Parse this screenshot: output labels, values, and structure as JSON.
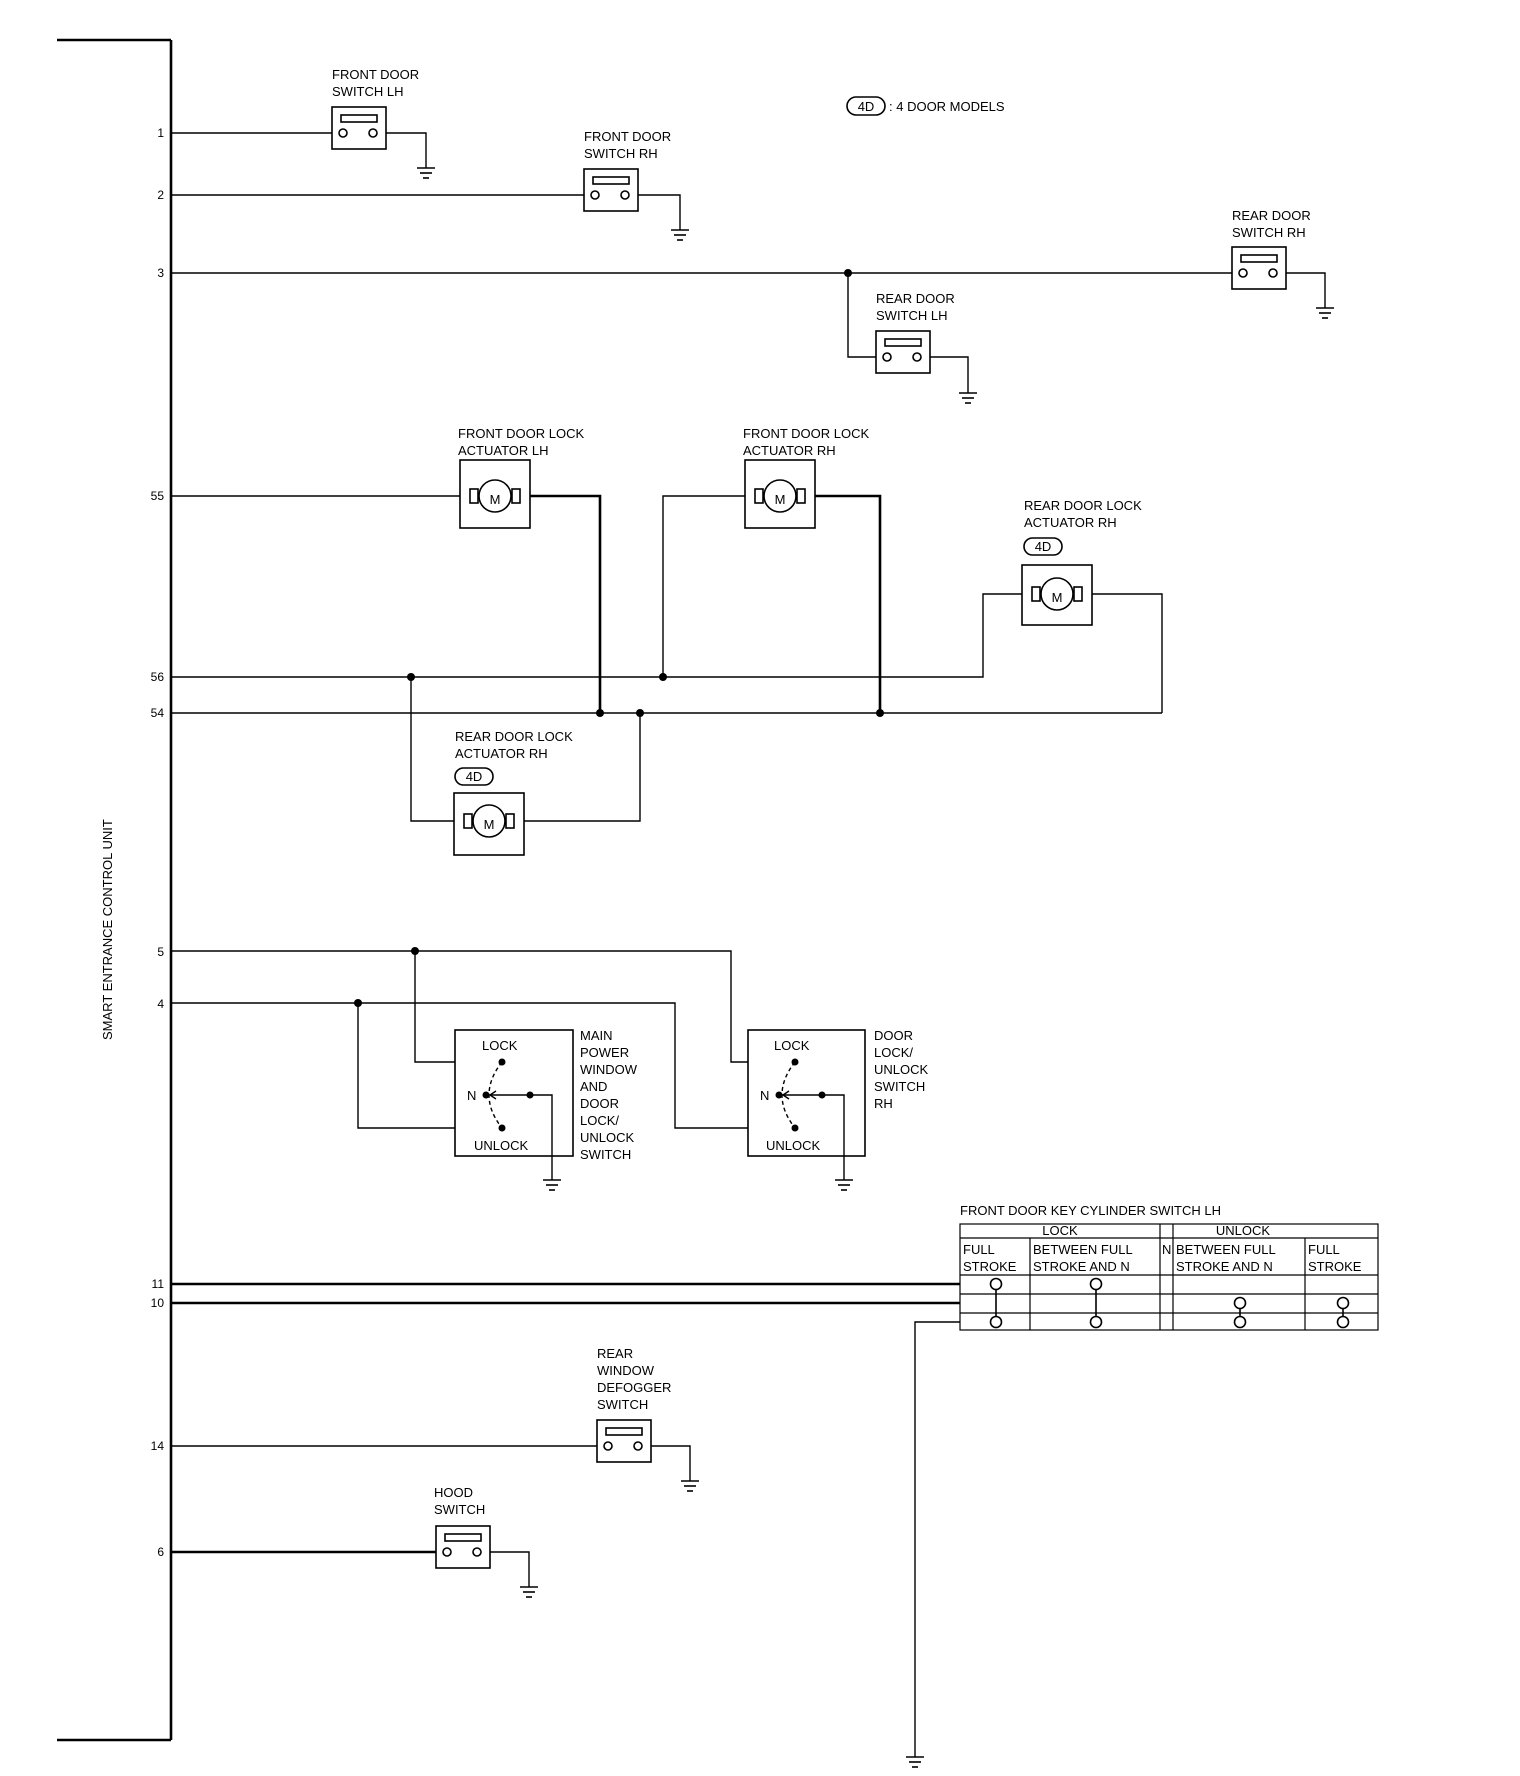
{
  "unit": {
    "label": "SMART ENTRANCE CONTROL UNIT"
  },
  "legend": {
    "badge": "4D",
    "text": ": 4 DOOR MODELS"
  },
  "terminals": [
    "1",
    "2",
    "3",
    "55",
    "56",
    "54",
    "5",
    "4",
    "11",
    "10",
    "14",
    "6"
  ],
  "components": {
    "front_door_switch_lh": [
      "FRONT DOOR",
      "SWITCH LH"
    ],
    "front_door_switch_rh": [
      "FRONT DOOR",
      "SWITCH RH"
    ],
    "rear_door_switch_rh": [
      "REAR DOOR",
      "SWITCH RH"
    ],
    "rear_door_switch_lh": [
      "REAR DOOR",
      "SWITCH LH"
    ],
    "front_lock_actuator_lh": [
      "FRONT DOOR LOCK",
      "ACTUATOR LH"
    ],
    "front_lock_actuator_rh": [
      "FRONT DOOR LOCK",
      "ACTUATOR RH"
    ],
    "rear_lock_actuator_rh_a": [
      "REAR DOOR LOCK",
      "ACTUATOR RH"
    ],
    "rear_lock_actuator_rh_b": [
      "REAR DOOR LOCK",
      "ACTUATOR RH"
    ],
    "main_power_window_switch": [
      "MAIN",
      "POWER",
      "WINDOW",
      "AND",
      "DOOR",
      "LOCK/",
      "UNLOCK",
      "SWITCH"
    ],
    "door_lock_unlock_switch_rh": [
      "DOOR",
      "LOCK/",
      "UNLOCK",
      "SWITCH",
      "RH"
    ],
    "rear_window_defogger_switch": [
      "REAR",
      "WINDOW",
      "DEFOGGER",
      "SWITCH"
    ],
    "hood_switch": [
      "HOOD",
      "SWITCH"
    ]
  },
  "motor_symbol": "M",
  "badge_label": "4D",
  "switch_positions": {
    "lock": "LOCK",
    "neutral": "N",
    "unlock": "UNLOCK"
  },
  "key_cylinder_table": {
    "title": "FRONT DOOR KEY CYLINDER SWITCH LH",
    "groups": [
      "LOCK",
      "UNLOCK"
    ],
    "columns": [
      [
        "FULL",
        "STROKE"
      ],
      [
        "BETWEEN FULL",
        "STROKE AND N"
      ],
      [
        "N"
      ],
      [
        "BETWEEN FULL",
        "STROKE AND N"
      ],
      [
        "FULL",
        "STROKE"
      ]
    ]
  }
}
